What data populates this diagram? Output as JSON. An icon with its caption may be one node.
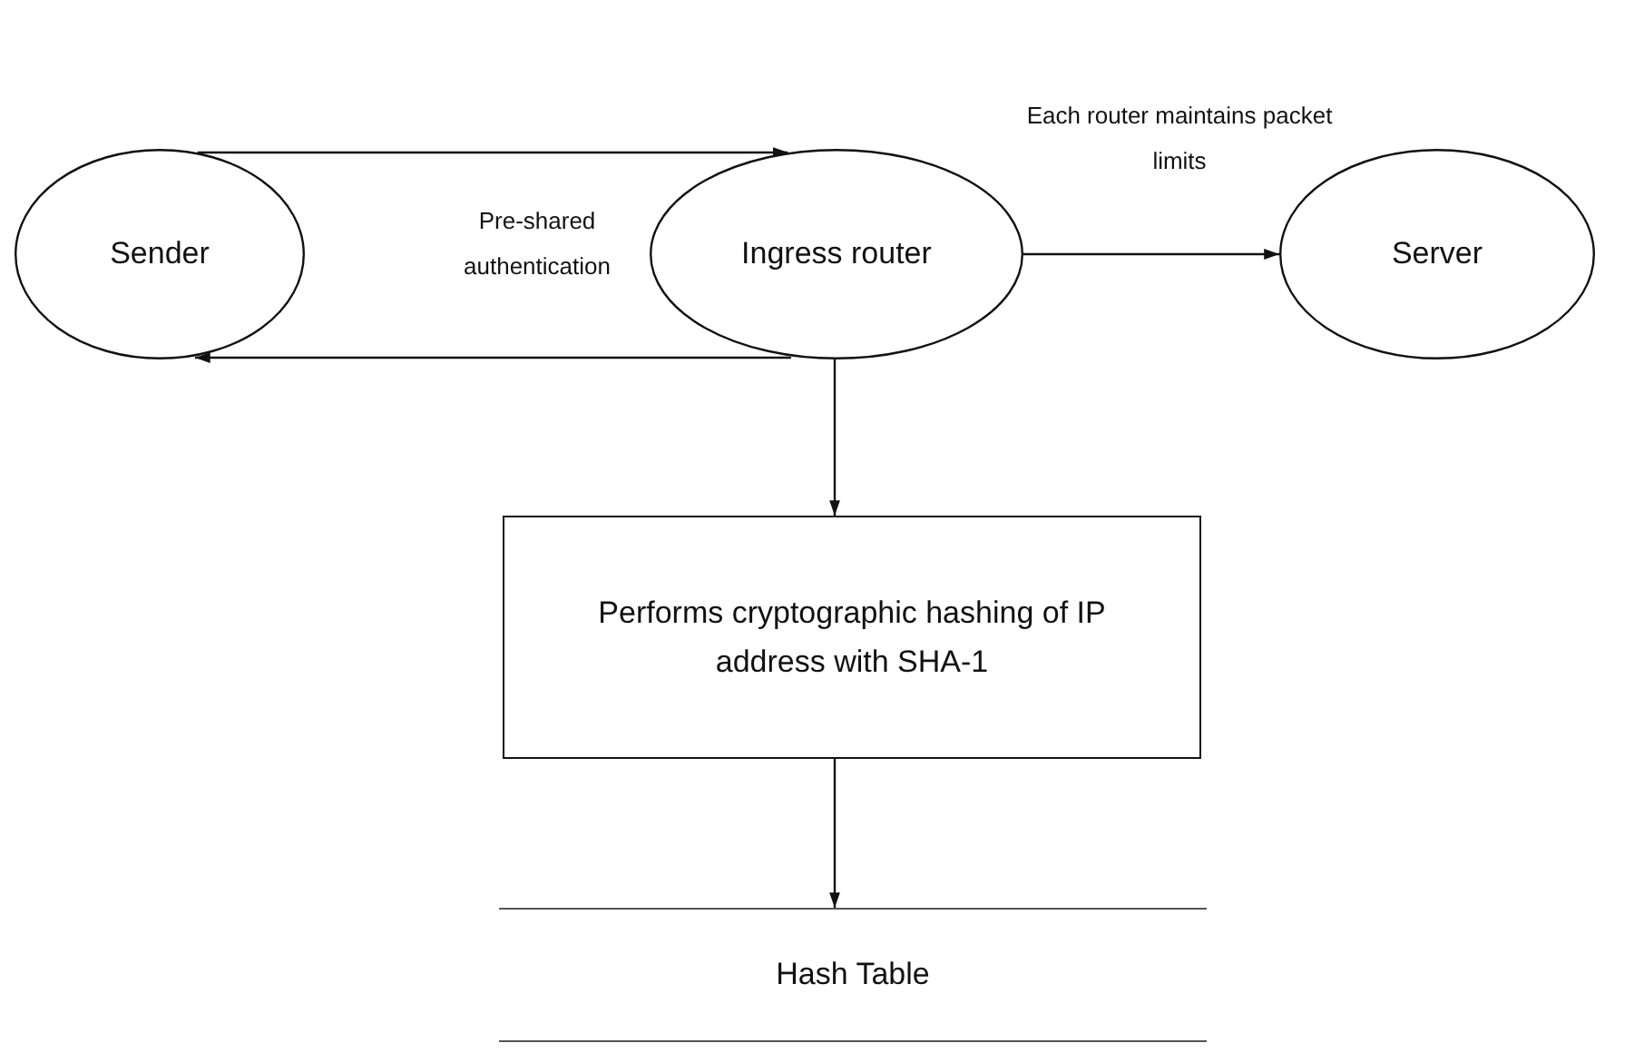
{
  "diagram": {
    "nodes": [
      {
        "text": [
          "Sender"
        ]
      },
      {
        "text": [
          "Ingress router"
        ]
      },
      {
        "text": [
          "Server"
        ]
      },
      {
        "text": [
          "Performs cryptographic hashing of IP address with SHA-1"
        ]
      },
      {
        "text": [
          "Hash Table"
        ]
      }
    ],
    "edges": [
      {
        "from": 0,
        "to": 1,
        "arrow": "to",
        "label": "Pre-shared authentication"
      },
      {
        "from": 1,
        "to": 0,
        "arrow": "to"
      },
      {
        "from": 1,
        "to": 2,
        "arrow": "to",
        "label": "Each router maintains packet limits"
      },
      {
        "from": 1,
        "to": 3,
        "arrow": "to"
      },
      {
        "from": 3,
        "to": 4,
        "arrow": "to"
      }
    ]
  }
}
